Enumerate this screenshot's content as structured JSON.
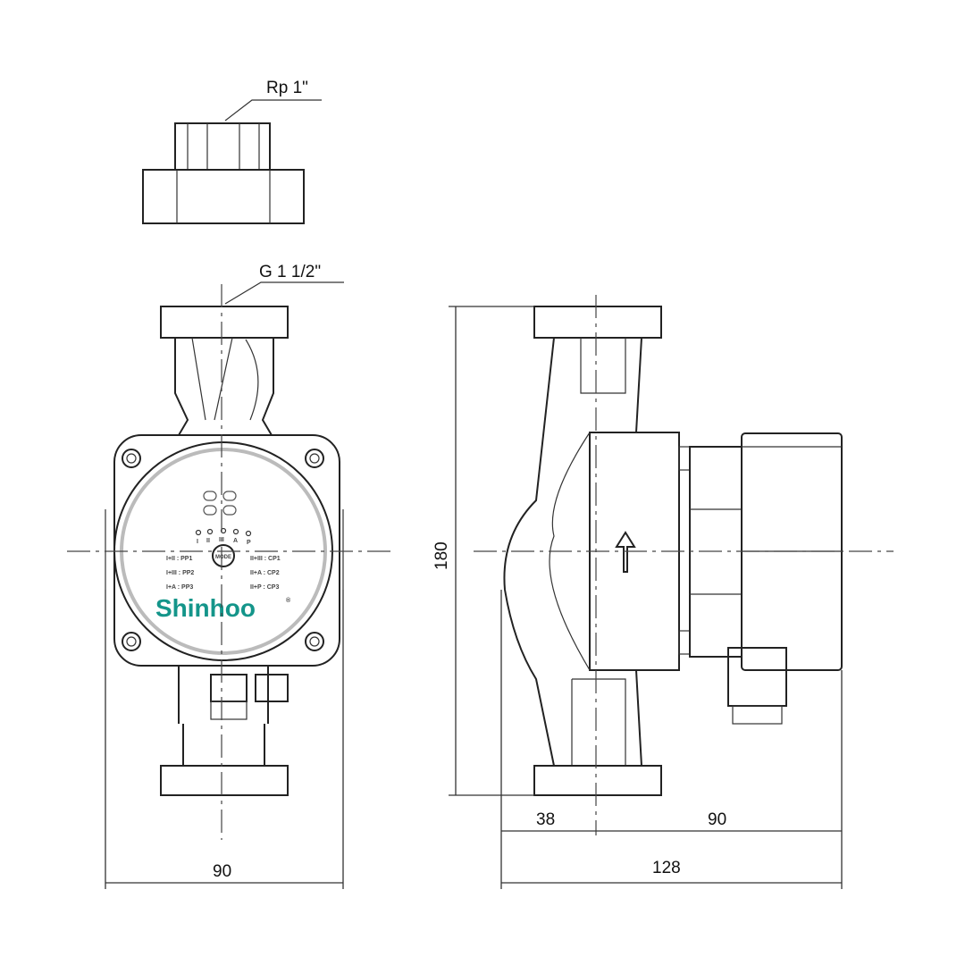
{
  "labels": {
    "union_thread": "Rp 1\"",
    "flange_thread": "G 1 1/2\"",
    "front_width": "90",
    "height": "180",
    "side_left": "38",
    "side_right": "90",
    "side_total": "128"
  },
  "panel": {
    "leds": [
      "I",
      "II",
      "III",
      "A",
      "P"
    ],
    "mode_button": "MODE",
    "left_modes": [
      "I+II : PP1",
      "I+III : PP2",
      "I+A : PP3"
    ],
    "right_modes": [
      "II+III : CP1",
      "II+A : CP2",
      "II+P : CP3"
    ],
    "brand": "Shinhoo",
    "registered": "®"
  },
  "colors": {
    "brand": "#14958a",
    "brand_accent": "#e2572b",
    "line": "#222222"
  }
}
